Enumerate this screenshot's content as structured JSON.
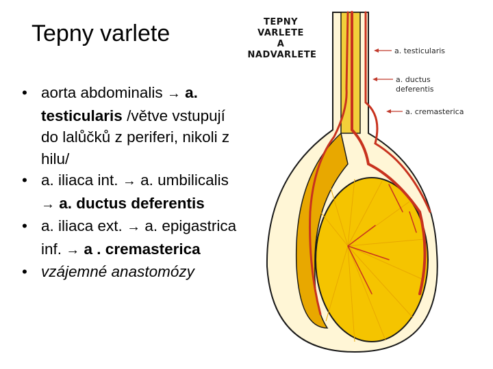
{
  "slide": {
    "title": "Tepny varlete"
  },
  "arrow_glyph": "→",
  "bullets": [
    {
      "marker": "•",
      "parts": [
        {
          "text": "aorta abdominalis "
        },
        {
          "arrow": true
        },
        {
          "text": " a. testicularis",
          "bold": true
        },
        {
          "text": " /větve vstupují do lalůčků z periferi, nikoli z hilu/"
        }
      ]
    },
    {
      "marker": "•",
      "parts": [
        {
          "text": "a. iliaca int. "
        },
        {
          "arrow": true
        },
        {
          "text": " a. umbilicalis "
        },
        {
          "arrow": true
        },
        {
          "text": " a. ductus deferentis",
          "bold": true
        }
      ]
    },
    {
      "marker": "•",
      "parts": [
        {
          "text": "a. iliaca ext. "
        },
        {
          "arrow": true
        },
        {
          "text": " a. epigastrica inf. "
        },
        {
          "arrow": true
        },
        {
          "text": " a . cremasterica",
          "bold": true
        }
      ]
    },
    {
      "marker": "•",
      "parts": [
        {
          "text": "vzájemné anastomózy",
          "italic": true
        }
      ]
    }
  ],
  "figure": {
    "title_lines": [
      "TEPNY",
      "VARLETE",
      "A",
      "NADVARLETE"
    ],
    "labels": {
      "testicularis": "a. testicularis",
      "ductus_line1": "a. ductus",
      "ductus_line2": "deferentis",
      "cremasterica": "a. cremasterica"
    },
    "colors": {
      "outline": "#1a1a1a",
      "testis_fill": "#f5c400",
      "cord_fill": "#f2cf3a",
      "epididymis_fill": "#e8a800",
      "artery": "#c8321e",
      "arrow": "#c0392b"
    }
  }
}
